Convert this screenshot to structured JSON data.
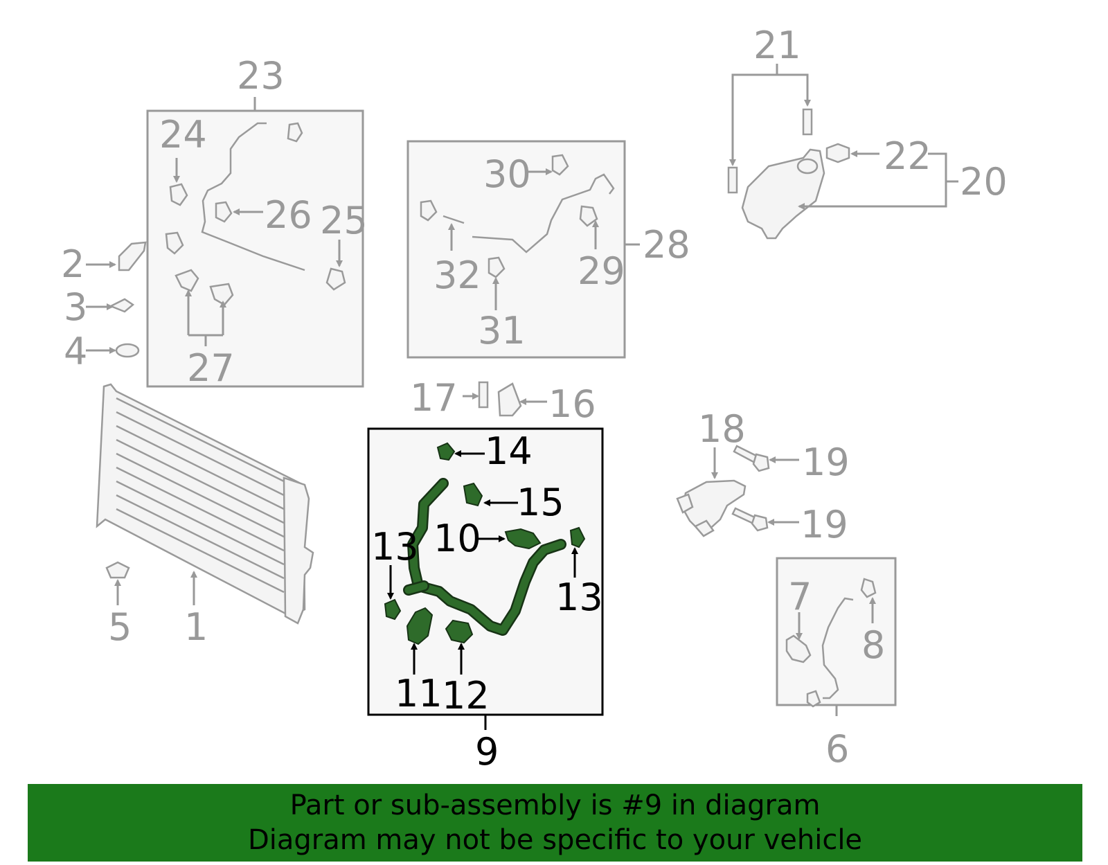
{
  "banner": {
    "line1": "Part or sub-assembly is #9 in diagram",
    "line2": "Diagram may not be specific to your vehicle",
    "color": "#1b7a1b"
  },
  "callouts": {
    "n1": "1",
    "n2": "2",
    "n3": "3",
    "n4": "4",
    "n5": "5",
    "n6": "6",
    "n7": "7",
    "n8": "8",
    "n9": "9",
    "n10": "10",
    "n11": "11",
    "n12": "12",
    "n13a": "13",
    "n13b": "13",
    "n14": "14",
    "n15": "15",
    "n16": "16",
    "n17": "17",
    "n18": "18",
    "n19a": "19",
    "n19b": "19",
    "n20": "20",
    "n21": "21",
    "n22": "22",
    "n23": "23",
    "n24": "24",
    "n25": "25",
    "n26": "26",
    "n27": "27",
    "n28": "28",
    "n29": "29",
    "n30": "30",
    "n31": "31",
    "n32": "32"
  },
  "colors": {
    "highlight": "#2e6b2a",
    "inactive": "#999999"
  }
}
